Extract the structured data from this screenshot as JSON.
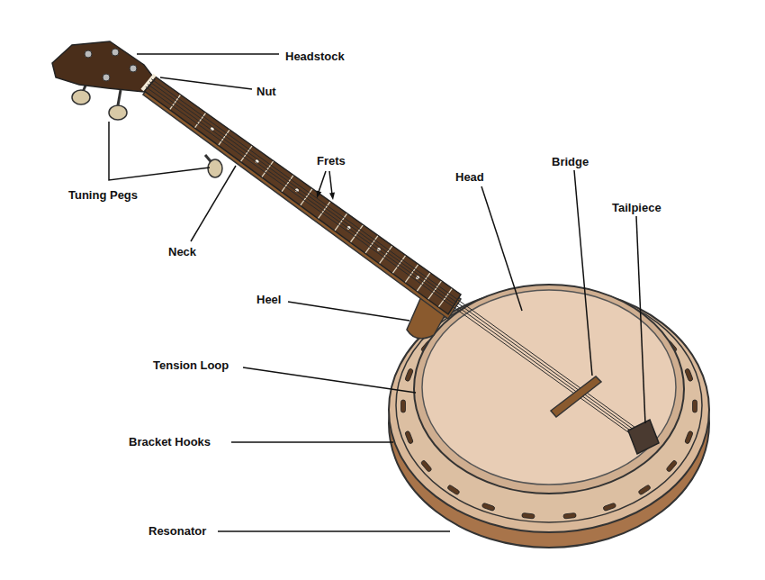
{
  "diagram": {
    "labels": [
      "Headstock",
      "Nut",
      "Frets",
      "Bridge",
      "Head",
      "Tuning Pegs",
      "Tailpiece",
      "Neck",
      "Heel",
      "Tension Loop",
      "Bracket Hooks",
      "Resonator"
    ]
  }
}
